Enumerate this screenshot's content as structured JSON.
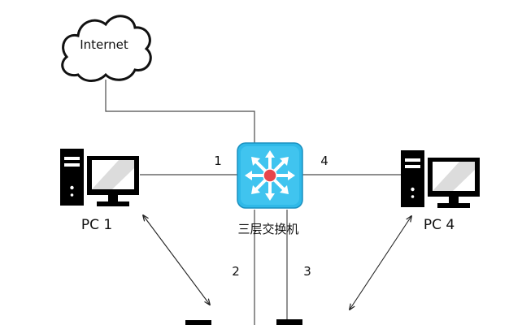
{
  "nodes": {
    "internet": {
      "label": "Internet",
      "icon": "cloud-icon"
    },
    "switch": {
      "label": "三层交换机",
      "icon": "layer3-switch-icon",
      "color": "#29b6e6"
    },
    "pc1": {
      "label": "PC 1",
      "icon": "desktop-computer-icon"
    },
    "pc4": {
      "label": "PC 4",
      "icon": "desktop-computer-icon"
    }
  },
  "ports": [
    "1",
    "2",
    "3",
    "4"
  ],
  "colors": {
    "line": "#4a4a4a",
    "switch_fill": "#29b6e6",
    "switch_center": "#e8454b",
    "device": "#000000"
  }
}
